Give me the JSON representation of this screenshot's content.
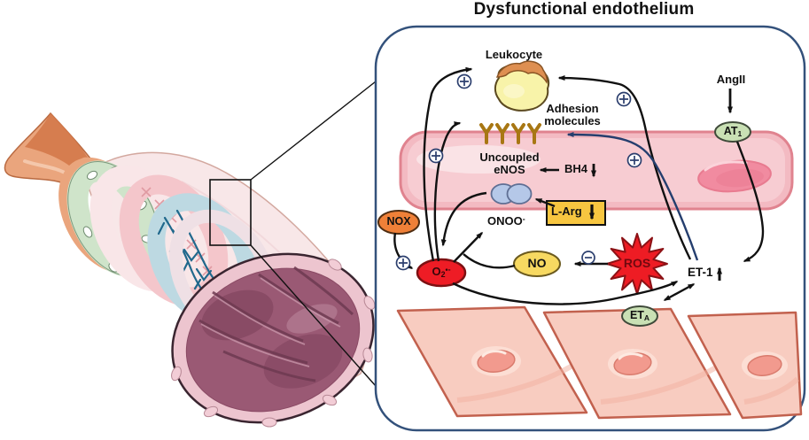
{
  "title": "Dysfunctional endothelium",
  "colors": {
    "panel_border": "#33517b",
    "navy_symbol": "#2c3f6e",
    "arrow_black": "#111111",
    "endothelial_cell_fill": "#f3bac2",
    "endothelial_cell_border": "#e0838f",
    "nucleus_fill": "#f18ba0",
    "leukocyte_fill": "#f8f3a9",
    "leukocyte_cap": "#de8f51",
    "adhesion_gold": "#b5831f",
    "enos_circle_fill": "#b5c8e8",
    "larg_box_fill": "#f7c640",
    "nox_fill": "#ef8038",
    "o2_fill": "#ee1c25",
    "no_fill": "#f7d961",
    "ros_fill": "#ee1c24",
    "receptor_green": "#c9e0b4",
    "muscle_cell_fill": "#f8ccc0",
    "vessel_green_ring": "#cfe4ca",
    "vessel_blue_network": "#20688c",
    "vessel_lumen": "#9a5974"
  },
  "panel": {
    "labels": {
      "leukocyte": "Leukocyte",
      "adhesion_1": "Adhesion",
      "adhesion_2": "molecules",
      "uncoupled_1": "Uncoupled",
      "uncoupled_2": "eNOS",
      "bh4": "BH4",
      "l_arg": "L-Arg",
      "onoo_base": "ONOO",
      "onoo_sup": "-",
      "nox": "NOX",
      "o2_base": "O",
      "o2_sub": "2",
      "o2_sup": "•-",
      "no": "NO",
      "ros": "ROS",
      "et1": "ET-1",
      "angii": "AngII",
      "at1_base": "AT",
      "at1_sub": "1",
      "eta_base": "ET",
      "eta_sub": "A"
    },
    "relations": [
      "AngII -> AT1",
      "AT1 -> ET-1",
      "ET-1 increased (up arrow)",
      "ET-1 <-> ETA receptor on smooth muscle cells",
      "ROS inhibits (minus) NO",
      "NOX stimulates (plus) O2.-",
      "Uncoupled eNOS -> O2.-",
      "O2.- + NO -> ONOO-",
      "O2.- stimulates (plus) Leukocyte",
      "O2.- stimulates (plus) Adhesion molecules",
      "O2.- -> ET-1",
      "ET-1 stimulates (plus) Leukocyte",
      "ET-1 -> Adhesion molecules",
      "BH4 decreased (down arrow) -> Uncoupled eNOS",
      "L-Arg decreased (down arrow) -> Uncoupled eNOS"
    ]
  }
}
